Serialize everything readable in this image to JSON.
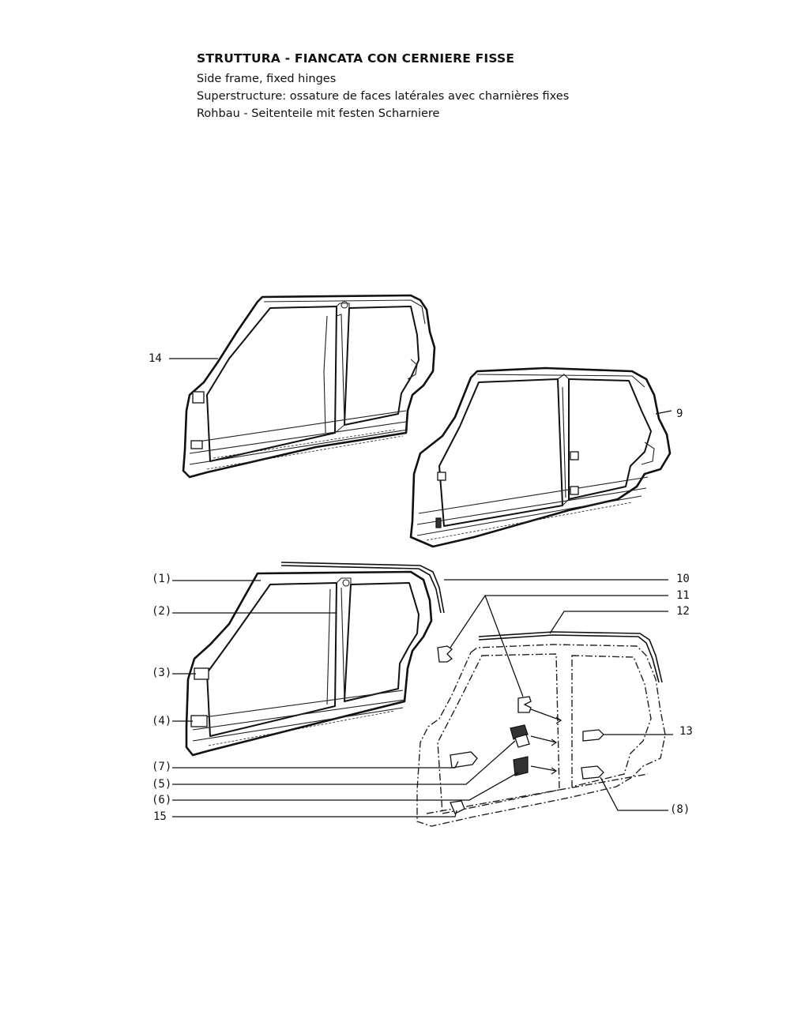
{
  "header": {
    "title": "STRUTTURA - FIANCATA CON CERNIERE FISSE",
    "lines": [
      "Side frame, fixed hinges",
      "Superstructure: ossature de faces latérales avec charnières fixes",
      "Rohbau - Seitenteile mit festen Scharniere"
    ]
  },
  "callouts": {
    "c14": "14",
    "c9": "9",
    "c1": "(1)",
    "c2": "(2)",
    "c3": "(3)",
    "c4": "(4)",
    "c7": "(7)",
    "c5": "(5)",
    "c6": "(6)",
    "c15": "15",
    "c10": "10",
    "c11": "11",
    "c12": "12",
    "c13": "13",
    "c8": "(8)"
  }
}
